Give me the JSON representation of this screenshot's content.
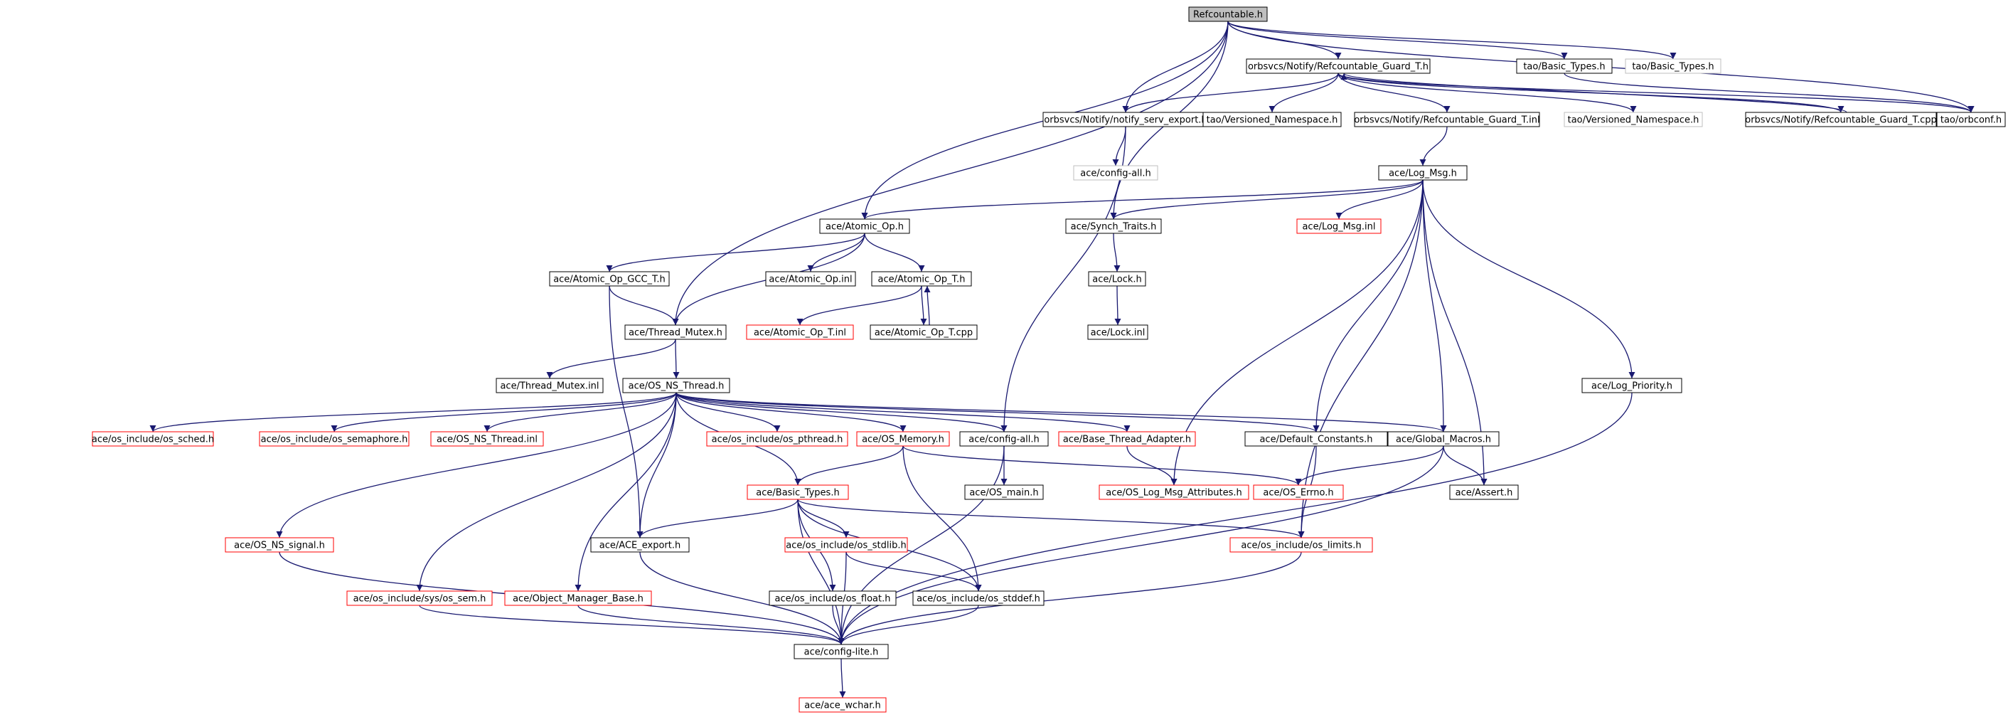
{
  "colors": {
    "edge": "#191970",
    "node_border_default": "#000000",
    "node_border_missing": "#ff0000",
    "node_border_external": "#bfbfbf",
    "root_fill": "#bfbfbf",
    "node_fill": "#ffffff",
    "text": "#000000"
  },
  "nodes": [
    {
      "id": "refcountable",
      "label": "Refcountable.h",
      "kind": "root"
    },
    {
      "id": "guard_t_h",
      "label": "orbsvcs/Notify/Refcountable_Guard_T.h",
      "kind": "normal"
    },
    {
      "id": "tao_basic_types_1",
      "label": "tao/Basic_Types.h",
      "kind": "normal"
    },
    {
      "id": "tao_basic_types_2",
      "label": "tao/Basic_Types.h",
      "kind": "external"
    },
    {
      "id": "notify_export",
      "label": "orbsvcs/Notify/notify_serv_export.h",
      "kind": "normal"
    },
    {
      "id": "tao_versioned_1",
      "label": "tao/Versioned_Namespace.h",
      "kind": "normal"
    },
    {
      "id": "guard_t_inl",
      "label": "orbsvcs/Notify/Refcountable_Guard_T.inl",
      "kind": "normal"
    },
    {
      "id": "tao_versioned_2",
      "label": "tao/Versioned_Namespace.h",
      "kind": "external"
    },
    {
      "id": "guard_t_cpp",
      "label": "orbsvcs/Notify/Refcountable_Guard_T.cpp",
      "kind": "normal"
    },
    {
      "id": "tao_orbconf",
      "label": "tao/orbconf.h",
      "kind": "normal"
    },
    {
      "id": "config_all_ext",
      "label": "ace/config-all.h",
      "kind": "external"
    },
    {
      "id": "log_msg_h",
      "label": "ace/Log_Msg.h",
      "kind": "normal"
    },
    {
      "id": "atomic_op_h",
      "label": "ace/Atomic_Op.h",
      "kind": "normal"
    },
    {
      "id": "synch_traits",
      "label": "ace/Synch_Traits.h",
      "kind": "normal"
    },
    {
      "id": "log_msg_inl",
      "label": "ace/Log_Msg.inl",
      "kind": "missing"
    },
    {
      "id": "atomic_gcc",
      "label": "ace/Atomic_Op_GCC_T.h",
      "kind": "normal"
    },
    {
      "id": "atomic_op_inl",
      "label": "ace/Atomic_Op.inl",
      "kind": "normal"
    },
    {
      "id": "atomic_op_t_h",
      "label": "ace/Atomic_Op_T.h",
      "kind": "normal"
    },
    {
      "id": "lock_h",
      "label": "ace/Lock.h",
      "kind": "normal"
    },
    {
      "id": "thread_mutex_h",
      "label": "ace/Thread_Mutex.h",
      "kind": "normal"
    },
    {
      "id": "atomic_op_t_inl",
      "label": "ace/Atomic_Op_T.inl",
      "kind": "missing"
    },
    {
      "id": "atomic_op_t_cpp",
      "label": "ace/Atomic_Op_T.cpp",
      "kind": "normal"
    },
    {
      "id": "lock_inl",
      "label": "ace/Lock.inl",
      "kind": "normal"
    },
    {
      "id": "thread_mutex_inl",
      "label": "ace/Thread_Mutex.inl",
      "kind": "normal"
    },
    {
      "id": "os_ns_thread_h",
      "label": "ace/OS_NS_Thread.h",
      "kind": "normal"
    },
    {
      "id": "log_priority",
      "label": "ace/Log_Priority.h",
      "kind": "normal"
    },
    {
      "id": "os_sched",
      "label": "ace/os_include/os_sched.h",
      "kind": "missing"
    },
    {
      "id": "os_semaphore",
      "label": "ace/os_include/os_semaphore.h",
      "kind": "missing"
    },
    {
      "id": "os_ns_thread_inl",
      "label": "ace/OS_NS_Thread.inl",
      "kind": "missing"
    },
    {
      "id": "os_pthread",
      "label": "ace/os_include/os_pthread.h",
      "kind": "missing"
    },
    {
      "id": "os_memory",
      "label": "ace/OS_Memory.h",
      "kind": "missing"
    },
    {
      "id": "config_all_h",
      "label": "ace/config-all.h",
      "kind": "normal"
    },
    {
      "id": "base_thread_adapter",
      "label": "ace/Base_Thread_Adapter.h",
      "kind": "missing"
    },
    {
      "id": "default_constants",
      "label": "ace/Default_Constants.h",
      "kind": "normal"
    },
    {
      "id": "global_macros",
      "label": "ace/Global_Macros.h",
      "kind": "normal"
    },
    {
      "id": "os_main",
      "label": "ace/OS_main.h",
      "kind": "normal"
    },
    {
      "id": "os_log_msg_attr",
      "label": "ace/OS_Log_Msg_Attributes.h",
      "kind": "missing"
    },
    {
      "id": "os_errno",
      "label": "ace/OS_Errno.h",
      "kind": "missing"
    },
    {
      "id": "assert_h",
      "label": "ace/Assert.h",
      "kind": "normal"
    },
    {
      "id": "basic_types",
      "label": "ace/Basic_Types.h",
      "kind": "missing"
    },
    {
      "id": "os_ns_signal",
      "label": "ace/OS_NS_signal.h",
      "kind": "missing"
    },
    {
      "id": "ace_export",
      "label": "ace/ACE_export.h",
      "kind": "normal"
    },
    {
      "id": "os_stdlib",
      "label": "ace/os_include/os_stdlib.h",
      "kind": "missing"
    },
    {
      "id": "os_limits",
      "label": "ace/os_include/os_limits.h",
      "kind": "missing"
    },
    {
      "id": "os_sem",
      "label": "ace/os_include/sys/os_sem.h",
      "kind": "missing"
    },
    {
      "id": "object_manager_base",
      "label": "ace/Object_Manager_Base.h",
      "kind": "missing"
    },
    {
      "id": "os_float",
      "label": "ace/os_include/os_float.h",
      "kind": "normal"
    },
    {
      "id": "os_stddef",
      "label": "ace/os_include/os_stddef.h",
      "kind": "normal"
    },
    {
      "id": "config_lite",
      "label": "ace/config-lite.h",
      "kind": "normal"
    },
    {
      "id": "ace_wchar",
      "label": "ace/ace_wchar.h",
      "kind": "missing"
    }
  ],
  "edges": [
    [
      "refcountable",
      "guard_t_h"
    ],
    [
      "refcountable",
      "tao_basic_types_1"
    ],
    [
      "refcountable",
      "tao_basic_types_2"
    ],
    [
      "refcountable",
      "notify_export"
    ],
    [
      "refcountable",
      "atomic_op_h"
    ],
    [
      "refcountable",
      "synch_traits"
    ],
    [
      "refcountable",
      "thread_mutex_h"
    ],
    [
      "refcountable",
      "tao_orbconf"
    ],
    [
      "guard_t_h",
      "notify_export"
    ],
    [
      "guard_t_h",
      "tao_versioned_1"
    ],
    [
      "guard_t_h",
      "guard_t_inl"
    ],
    [
      "guard_t_h",
      "tao_versioned_2"
    ],
    [
      "guard_t_h",
      "guard_t_cpp"
    ],
    [
      "guard_t_h",
      "tao_orbconf"
    ],
    [
      "guard_t_cpp",
      "guard_t_h"
    ],
    [
      "tao_basic_types_1",
      "tao_orbconf"
    ],
    [
      "notify_export",
      "config_all_ext"
    ],
    [
      "notify_export",
      "config_all_h"
    ],
    [
      "guard_t_inl",
      "log_msg_h"
    ],
    [
      "log_msg_h",
      "atomic_op_h"
    ],
    [
      "log_msg_h",
      "synch_traits"
    ],
    [
      "log_msg_h",
      "log_msg_inl"
    ],
    [
      "log_msg_h",
      "os_log_msg_attr"
    ],
    [
      "log_msg_h",
      "default_constants"
    ],
    [
      "log_msg_h",
      "global_macros"
    ],
    [
      "log_msg_h",
      "assert_h"
    ],
    [
      "log_msg_h",
      "os_limits"
    ],
    [
      "log_msg_h",
      "log_priority"
    ],
    [
      "atomic_op_h",
      "atomic_gcc"
    ],
    [
      "atomic_op_h",
      "atomic_op_inl"
    ],
    [
      "atomic_op_h",
      "atomic_op_t_h"
    ],
    [
      "atomic_op_h",
      "thread_mutex_h"
    ],
    [
      "synch_traits",
      "lock_h"
    ],
    [
      "lock_h",
      "lock_inl"
    ],
    [
      "atomic_gcc",
      "thread_mutex_h"
    ],
    [
      "atomic_gcc",
      "ace_export"
    ],
    [
      "atomic_op_t_h",
      "atomic_op_t_inl"
    ],
    [
      "atomic_op_t_h",
      "atomic_op_t_cpp"
    ],
    [
      "atomic_op_t_cpp",
      "atomic_op_t_h"
    ],
    [
      "thread_mutex_h",
      "thread_mutex_inl"
    ],
    [
      "thread_mutex_h",
      "os_ns_thread_h"
    ],
    [
      "os_ns_thread_h",
      "os_sched"
    ],
    [
      "os_ns_thread_h",
      "os_semaphore"
    ],
    [
      "os_ns_thread_h",
      "os_ns_thread_inl"
    ],
    [
      "os_ns_thread_h",
      "os_pthread"
    ],
    [
      "os_ns_thread_h",
      "os_memory"
    ],
    [
      "os_ns_thread_h",
      "config_all_h"
    ],
    [
      "os_ns_thread_h",
      "base_thread_adapter"
    ],
    [
      "os_ns_thread_h",
      "default_constants"
    ],
    [
      "os_ns_thread_h",
      "global_macros"
    ],
    [
      "os_ns_thread_h",
      "basic_types"
    ],
    [
      "os_ns_thread_h",
      "os_ns_signal"
    ],
    [
      "os_ns_thread_h",
      "ace_export"
    ],
    [
      "os_ns_thread_h",
      "os_sem"
    ],
    [
      "os_ns_thread_h",
      "object_manager_base"
    ],
    [
      "config_all_h",
      "os_main"
    ],
    [
      "config_all_h",
      "config_lite"
    ],
    [
      "base_thread_adapter",
      "os_log_msg_attr"
    ],
    [
      "os_memory",
      "basic_types"
    ],
    [
      "os_memory",
      "os_errno"
    ],
    [
      "os_memory",
      "os_stddef"
    ],
    [
      "default_constants",
      "os_limits"
    ],
    [
      "global_macros",
      "os_errno"
    ],
    [
      "global_macros",
      "assert_h"
    ],
    [
      "global_macros",
      "config_lite"
    ],
    [
      "basic_types",
      "ace_export"
    ],
    [
      "basic_types",
      "os_stdlib"
    ],
    [
      "basic_types",
      "os_float"
    ],
    [
      "basic_types",
      "os_stddef"
    ],
    [
      "basic_types",
      "os_limits"
    ],
    [
      "basic_types",
      "config_lite"
    ],
    [
      "os_stdlib",
      "os_stddef"
    ],
    [
      "os_stdlib",
      "config_lite"
    ],
    [
      "os_limits",
      "config_lite"
    ],
    [
      "os_ns_signal",
      "config_lite"
    ],
    [
      "ace_export",
      "config_lite"
    ],
    [
      "os_sem",
      "config_lite"
    ],
    [
      "object_manager_base",
      "config_lite"
    ],
    [
      "os_float",
      "config_lite"
    ],
    [
      "os_stddef",
      "config_lite"
    ],
    [
      "log_priority",
      "config_lite"
    ],
    [
      "config_lite",
      "ace_wchar"
    ]
  ]
}
